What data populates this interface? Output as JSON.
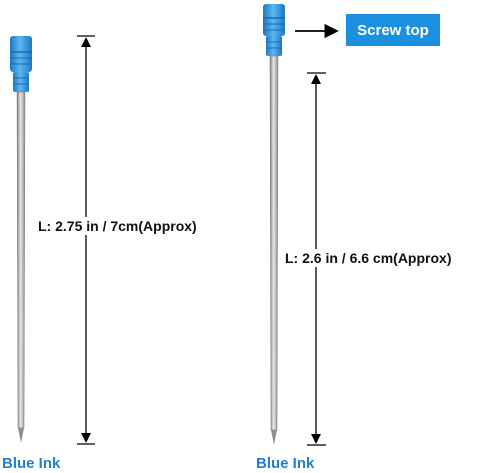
{
  "refills": [
    {
      "length_label": "L: 2.75 in / 7cm(Approx)",
      "ink_label": "Blue Ink"
    },
    {
      "length_label": "L: 2.6 in / 6.6 cm(Approx)",
      "ink_label": "Blue Ink"
    }
  ],
  "callout": {
    "label": "Screw top"
  },
  "colors": {
    "cap": "#3a9fe6",
    "cap_dark": "#1d78c4",
    "label_blue": "#1e7fd6",
    "callout_bg": "#1b8fe0",
    "metal": "#b8b8b8"
  }
}
